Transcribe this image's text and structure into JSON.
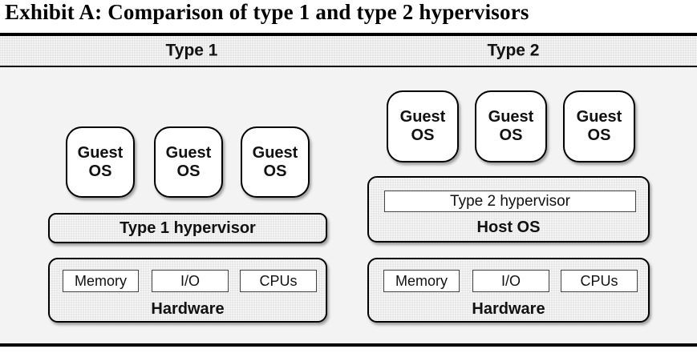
{
  "title": "Exhibit A: Comparison of type 1 and type 2 hypervisors",
  "columns": [
    {
      "header": "Type 1",
      "guests": [
        {
          "line1": "Guest",
          "line2": "OS"
        },
        {
          "line1": "Guest",
          "line2": "OS"
        },
        {
          "line1": "Guest",
          "line2": "OS"
        }
      ],
      "hypervisor_label": "Type 1 hypervisor",
      "hardware": {
        "label": "Hardware",
        "components": [
          "Memory",
          "I/O",
          "CPUs"
        ]
      }
    },
    {
      "header": "Type 2",
      "guests": [
        {
          "line1": "Guest",
          "line2": "OS"
        },
        {
          "line1": "Guest",
          "line2": "OS"
        },
        {
          "line1": "Guest",
          "line2": "OS"
        }
      ],
      "host": {
        "hypervisor_label": "Type 2 hypervisor",
        "label": "Host OS"
      },
      "hardware": {
        "label": "Hardware",
        "components": [
          "Memory",
          "I/O",
          "CPUs"
        ]
      }
    }
  ],
  "colors": {
    "rule_black": "#000000",
    "header_band_bg": "#e5e5e5",
    "panel_bg": "#f3f3f3",
    "box_gray_fill": "#e7e7e7",
    "box_white_fill": "#ffffff",
    "inner_box_border": "#444444",
    "text": "#111111"
  }
}
